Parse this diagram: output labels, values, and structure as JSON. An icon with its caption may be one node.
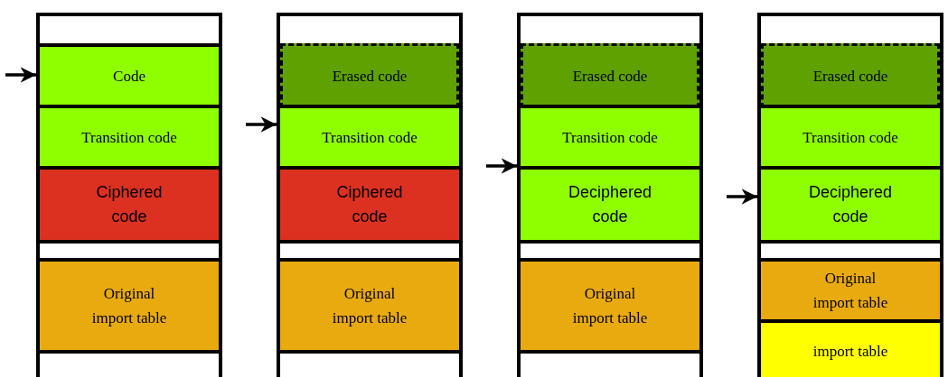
{
  "diagram": {
    "nodes": [
      {
        "text": [],
        "shape": "box"
      },
      {
        "text": [
          "Code"
        ],
        "in": 0
      },
      {
        "text": [
          "Transition code"
        ],
        "in": 0
      },
      {
        "text": [
          "Ciphered code"
        ],
        "in": 0
      },
      {
        "text": [
          "Original import table"
        ],
        "in": 0
      },
      {
        "text": [],
        "shape": "box"
      },
      {
        "text": [
          "Erased code"
        ],
        "in": 5
      },
      {
        "text": [
          "Transition code"
        ],
        "in": 5
      },
      {
        "text": [
          "Ciphered code"
        ],
        "in": 5
      },
      {
        "text": [
          "Original import table"
        ],
        "in": 5
      },
      {
        "text": [],
        "shape": "box"
      },
      {
        "text": [
          "Erased code"
        ],
        "in": 10
      },
      {
        "text": [
          "Transition code"
        ],
        "in": 10
      },
      {
        "text": [
          "Deciphered code"
        ],
        "in": 10
      },
      {
        "text": [
          "Original import table"
        ],
        "in": 10
      },
      {
        "text": [],
        "shape": "box"
      },
      {
        "text": [
          "Erased code"
        ],
        "in": 15
      },
      {
        "text": [
          "Transition code"
        ],
        "in": 15
      },
      {
        "text": [
          "Deciphered code"
        ],
        "in": 15
      },
      {
        "text": [
          "Original import table"
        ],
        "in": 15
      },
      {
        "text": [
          "import table"
        ],
        "in": 15
      }
    ],
    "edges": [
      {
        "from": null,
        "to": 1,
        "arrow": "to"
      },
      {
        "from": null,
        "to": 7,
        "arrow": "to"
      },
      {
        "from": null,
        "to": 13,
        "arrow": "to"
      },
      {
        "from": null,
        "to": 18,
        "arrow": "to"
      }
    ]
  }
}
